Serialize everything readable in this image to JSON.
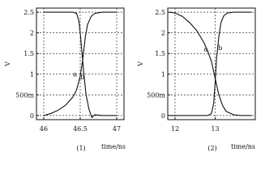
{
  "chart_data": [
    {
      "type": "line",
      "panel_label": "(1)",
      "xlabel": "time/ns",
      "ylabel": "V",
      "xlim": [
        45.9,
        47.1
      ],
      "ylim": [
        -0.1,
        2.6
      ],
      "x_ticks": [
        {
          "value": 46,
          "label": "46"
        },
        {
          "value": 46.5,
          "label": "46.5"
        },
        {
          "value": 47,
          "label": "47"
        }
      ],
      "y_ticks": [
        {
          "value": 0,
          "label": "0"
        },
        {
          "value": 0.5,
          "label": "500m"
        },
        {
          "value": 1.0,
          "label": "1"
        },
        {
          "value": 1.5,
          "label": "1.5"
        },
        {
          "value": 2.0,
          "label": "2"
        },
        {
          "value": 2.5,
          "label": "2.5"
        }
      ],
      "grid": true,
      "series": [
        {
          "name": "a",
          "x": [
            46.0,
            46.1,
            46.2,
            46.3,
            46.4,
            46.45,
            46.5,
            46.53,
            46.57,
            46.6,
            46.65,
            46.7,
            46.8,
            46.9,
            47.0
          ],
          "y": [
            0.0,
            0.05,
            0.13,
            0.25,
            0.45,
            0.62,
            0.95,
            1.3,
            1.9,
            2.2,
            2.4,
            2.47,
            2.5,
            2.5,
            2.5
          ]
        },
        {
          "name": "b",
          "x": [
            46.0,
            46.2,
            46.4,
            46.45,
            46.48,
            46.5,
            46.52,
            46.55,
            46.58,
            46.62,
            46.66,
            46.7,
            46.8,
            46.9,
            47.0
          ],
          "y": [
            2.5,
            2.5,
            2.5,
            2.47,
            2.3,
            2.0,
            1.6,
            1.0,
            0.5,
            0.15,
            -0.05,
            0.02,
            0.0,
            0.0,
            0.0
          ]
        }
      ],
      "curve_labels": [
        {
          "text": "a",
          "x": 46.43,
          "y": 0.95
        },
        {
          "text": "b",
          "x": 46.53,
          "y": 0.88
        }
      ]
    },
    {
      "type": "line",
      "panel_label": "(2)",
      "xlabel": "time/ns",
      "ylabel": "V",
      "xlim": [
        12.2,
        13.4
      ],
      "ylim": [
        -0.1,
        2.6
      ],
      "x_ticks": [
        {
          "value": 12.3,
          "label": "12"
        },
        {
          "value": 12.85,
          "label": "13"
        }
      ],
      "y_ticks": [
        {
          "value": 0,
          "label": "0"
        },
        {
          "value": 0.5,
          "label": "500m"
        },
        {
          "value": 1.0,
          "label": "1"
        },
        {
          "value": 1.5,
          "label": "1.5"
        },
        {
          "value": 2.0,
          "label": "2"
        },
        {
          "value": 2.5,
          "label": "2.5"
        }
      ],
      "grid": true,
      "series": [
        {
          "name": "a",
          "x": [
            12.22,
            12.3,
            12.4,
            12.5,
            12.6,
            12.7,
            12.75,
            12.8,
            12.85,
            12.9,
            12.95,
            13.0,
            13.1,
            13.2,
            13.35
          ],
          "y": [
            2.5,
            2.48,
            2.4,
            2.25,
            2.05,
            1.75,
            1.55,
            1.3,
            0.9,
            0.5,
            0.25,
            0.1,
            0.02,
            0.0,
            0.0
          ]
        },
        {
          "name": "b",
          "x": [
            12.22,
            12.4,
            12.6,
            12.75,
            12.8,
            12.83,
            12.85,
            12.87,
            12.9,
            12.93,
            12.97,
            13.02,
            13.1,
            13.2,
            13.35
          ],
          "y": [
            0.0,
            0.0,
            0.0,
            0.0,
            0.05,
            0.3,
            0.8,
            1.4,
            1.9,
            2.25,
            2.42,
            2.48,
            2.5,
            2.5,
            2.5
          ]
        }
      ],
      "curve_labels": [
        {
          "text": "a",
          "x": 12.72,
          "y": 1.55
        },
        {
          "text": "b",
          "x": 12.92,
          "y": 1.58
        }
      ]
    }
  ]
}
